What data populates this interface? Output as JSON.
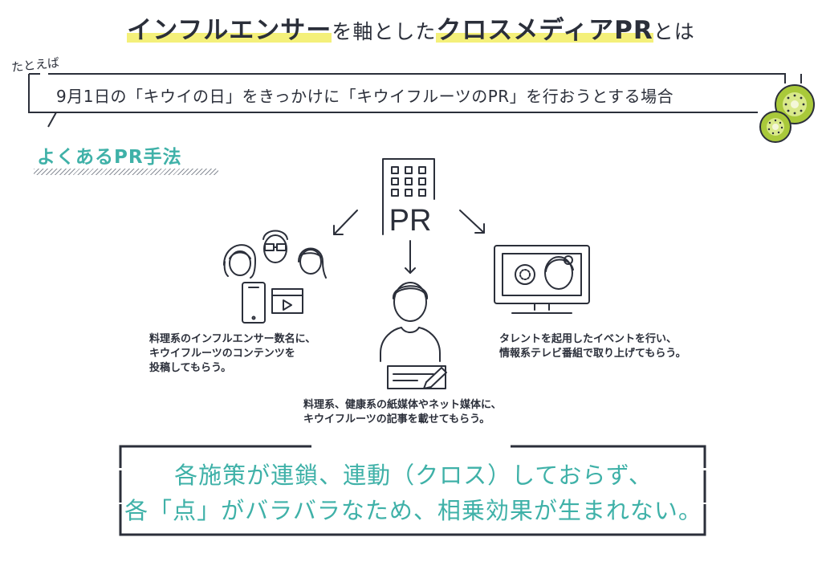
{
  "title": {
    "part1": "インフルエンサー",
    "part2": "を軸とした",
    "part3": "クロスメディアPR",
    "part4": "とは"
  },
  "example": {
    "lead": "たとえば",
    "text": "9月1日の「キウイの日」をきっかけに「キウイフルーツのPR」を行おうとする場合"
  },
  "method_heading": "よくあるPR手法",
  "center_label": "PR",
  "captions": {
    "influencer": [
      "料理系のインフルエンサー数名に、",
      "キウイフルーツのコンテンツを",
      "投稿してもらう。"
    ],
    "media": [
      "料理系、健康系の紙媒体やネット媒体に、",
      "キウイフルーツの記事を載せてもらう。"
    ],
    "tv": [
      "タレントを起用したイベントを行い、",
      "情報系テレビ番組で取り上げてもらう。"
    ]
  },
  "conclusion": {
    "line1": "各施策が連鎖、連動（クロス）しておらず、",
    "line2": "各「点」がバラバラなため、相乗効果が生まれない。"
  },
  "colors": {
    "accent_teal": "#3fb1a8",
    "highlight_yellow": "#f4f07a",
    "line_navy": "#2b2f3a",
    "kiwi_green": "#a9c93a"
  }
}
